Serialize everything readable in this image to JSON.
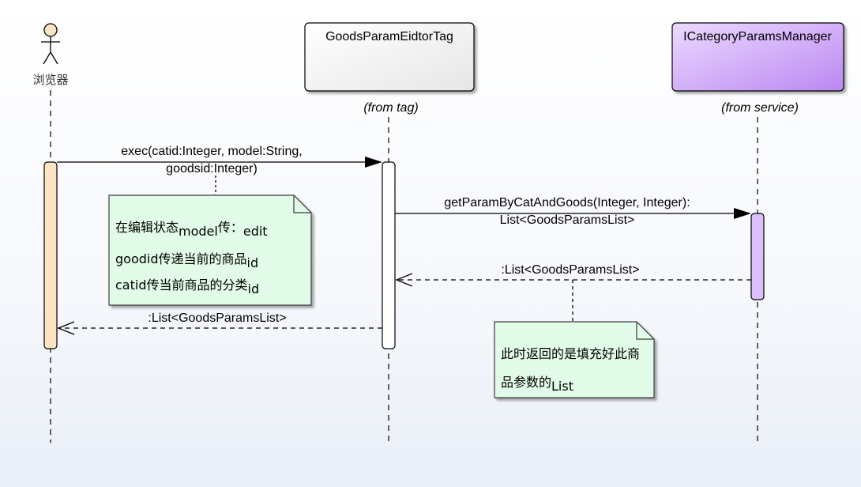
{
  "actor": {
    "name": "浏览器",
    "fill": "#fce4c4"
  },
  "lifelines": [
    {
      "id": "tag",
      "name": "GoodsParamEidtorTag",
      "stereo": "(from tag)",
      "fill_start": "#ffffff",
      "fill_end": "#e6e6e6",
      "activation_fill": "#ffffff"
    },
    {
      "id": "svc",
      "name": "ICategoryParamsManager",
      "stereo": "(from service)",
      "fill_start": "#ecd9ff",
      "fill_end": "#bb88f2",
      "activation_fill": "#dcc0fa"
    }
  ],
  "messages": [
    {
      "id": "exec",
      "lines": [
        "exec(catid:Integer, model:String,",
        "goodsid:Integer)"
      ],
      "type": "sync"
    },
    {
      "id": "getparam",
      "lines": [
        "getParamByCatAndGoods(Integer, Integer):",
        "List<GoodsParamsList>"
      ],
      "type": "sync"
    },
    {
      "id": "ret-svc",
      "lines": [
        ":List<GoodsParamsList>"
      ],
      "type": "return"
    },
    {
      "id": "ret-tag",
      "lines": [
        ":List<GoodsParamsList>"
      ],
      "type": "return"
    }
  ],
  "notes": [
    {
      "id": "note-editor",
      "lines": [
        [
          {
            "t": "在编辑状态",
            "s": false
          },
          {
            "t": "model",
            "s": true
          },
          {
            "t": "传：",
            "s": false
          },
          {
            "t": "edit",
            "s": true
          }
        ],
        [
          {
            "t": "goodid",
            "s": false
          },
          {
            "t": "传递当前的商品",
            "s": false
          },
          {
            "t": "id",
            "s": true
          }
        ],
        [
          {
            "t": "catid",
            "s": false
          },
          {
            "t": "传当前商品的分类",
            "s": false
          },
          {
            "t": "id",
            "s": true
          }
        ]
      ]
    },
    {
      "id": "note-return",
      "lines": [
        [
          {
            "t": "此时返回的是填充好此商",
            "s": false
          }
        ],
        [
          {
            "t": "品参数的",
            "s": false
          },
          {
            "t": "List",
            "s": true
          }
        ]
      ]
    }
  ],
  "colors": {
    "note_fill": "#e2fbe8",
    "note_border": "#3a3a3a",
    "line": "#000000"
  }
}
